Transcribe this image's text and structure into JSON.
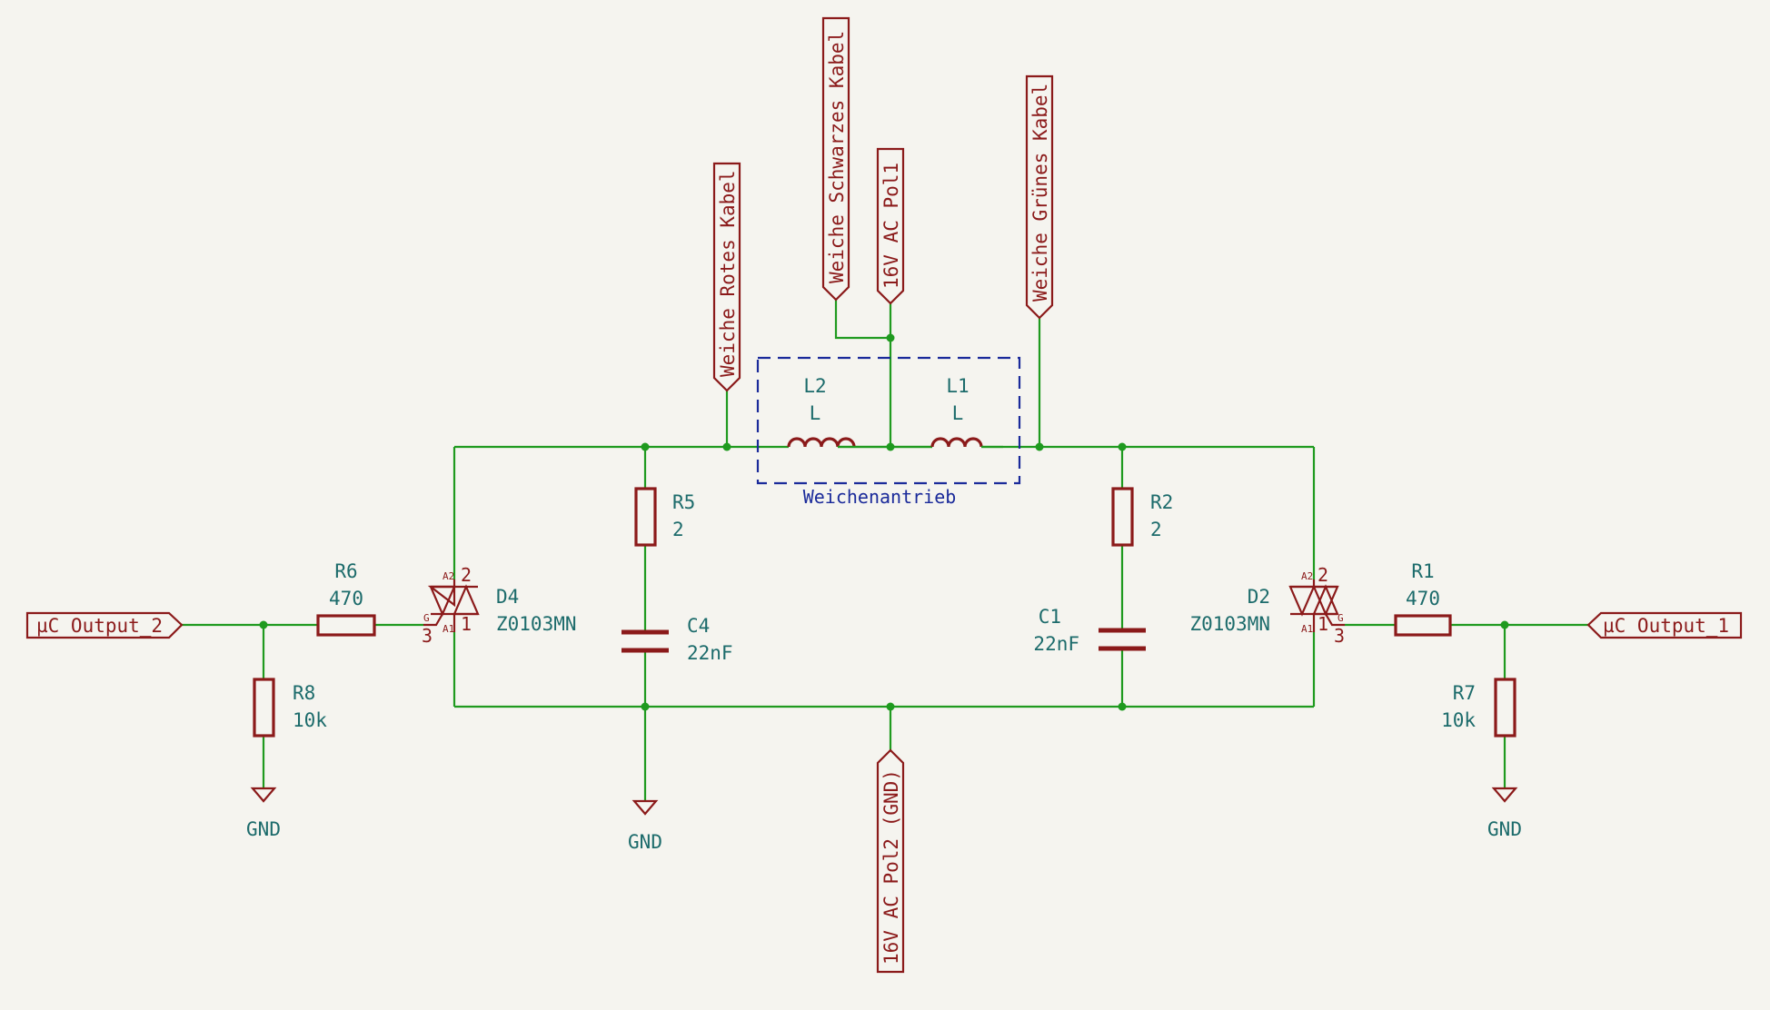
{
  "labels": {
    "red_cable": "Weiche Rotes Kabel",
    "black_cable": "Weiche Schwarzes Kabel",
    "pole1": "16V AC Pol1",
    "green_cable": "Weiche Grünes Kabel",
    "pole2": "16V AC Pol2 (GND)",
    "output2": "µC Output_2",
    "output1": "µC Output_1"
  },
  "group": {
    "title": "Weichenantrieb"
  },
  "components": {
    "L2": {
      "ref": "L2",
      "value": "L"
    },
    "L1": {
      "ref": "L1",
      "value": "L"
    },
    "R5": {
      "ref": "R5",
      "value": "2"
    },
    "R2": {
      "ref": "R2",
      "value": "2"
    },
    "C4": {
      "ref": "C4",
      "value": "22nF"
    },
    "C1": {
      "ref": "C1",
      "value": "22nF"
    },
    "R6": {
      "ref": "R6",
      "value": "470"
    },
    "R1": {
      "ref": "R1",
      "value": "470"
    },
    "R8": {
      "ref": "R8",
      "value": "10k"
    },
    "R7": {
      "ref": "R7",
      "value": "10k"
    },
    "D4": {
      "ref": "D4",
      "value": "Z0103MN"
    },
    "D2": {
      "ref": "D2",
      "value": "Z0103MN"
    }
  },
  "pins": {
    "one": "1",
    "two": "2",
    "three": "3",
    "a1": "A1",
    "a2": "A2",
    "g": "G"
  },
  "power": {
    "gnd": "GND"
  },
  "colors": {
    "wire": "#1f9a1f",
    "component": "#8b1a1a",
    "reference": "#1c6b6b",
    "group": "#1a2a9a",
    "background": "#f5f4ef"
  }
}
